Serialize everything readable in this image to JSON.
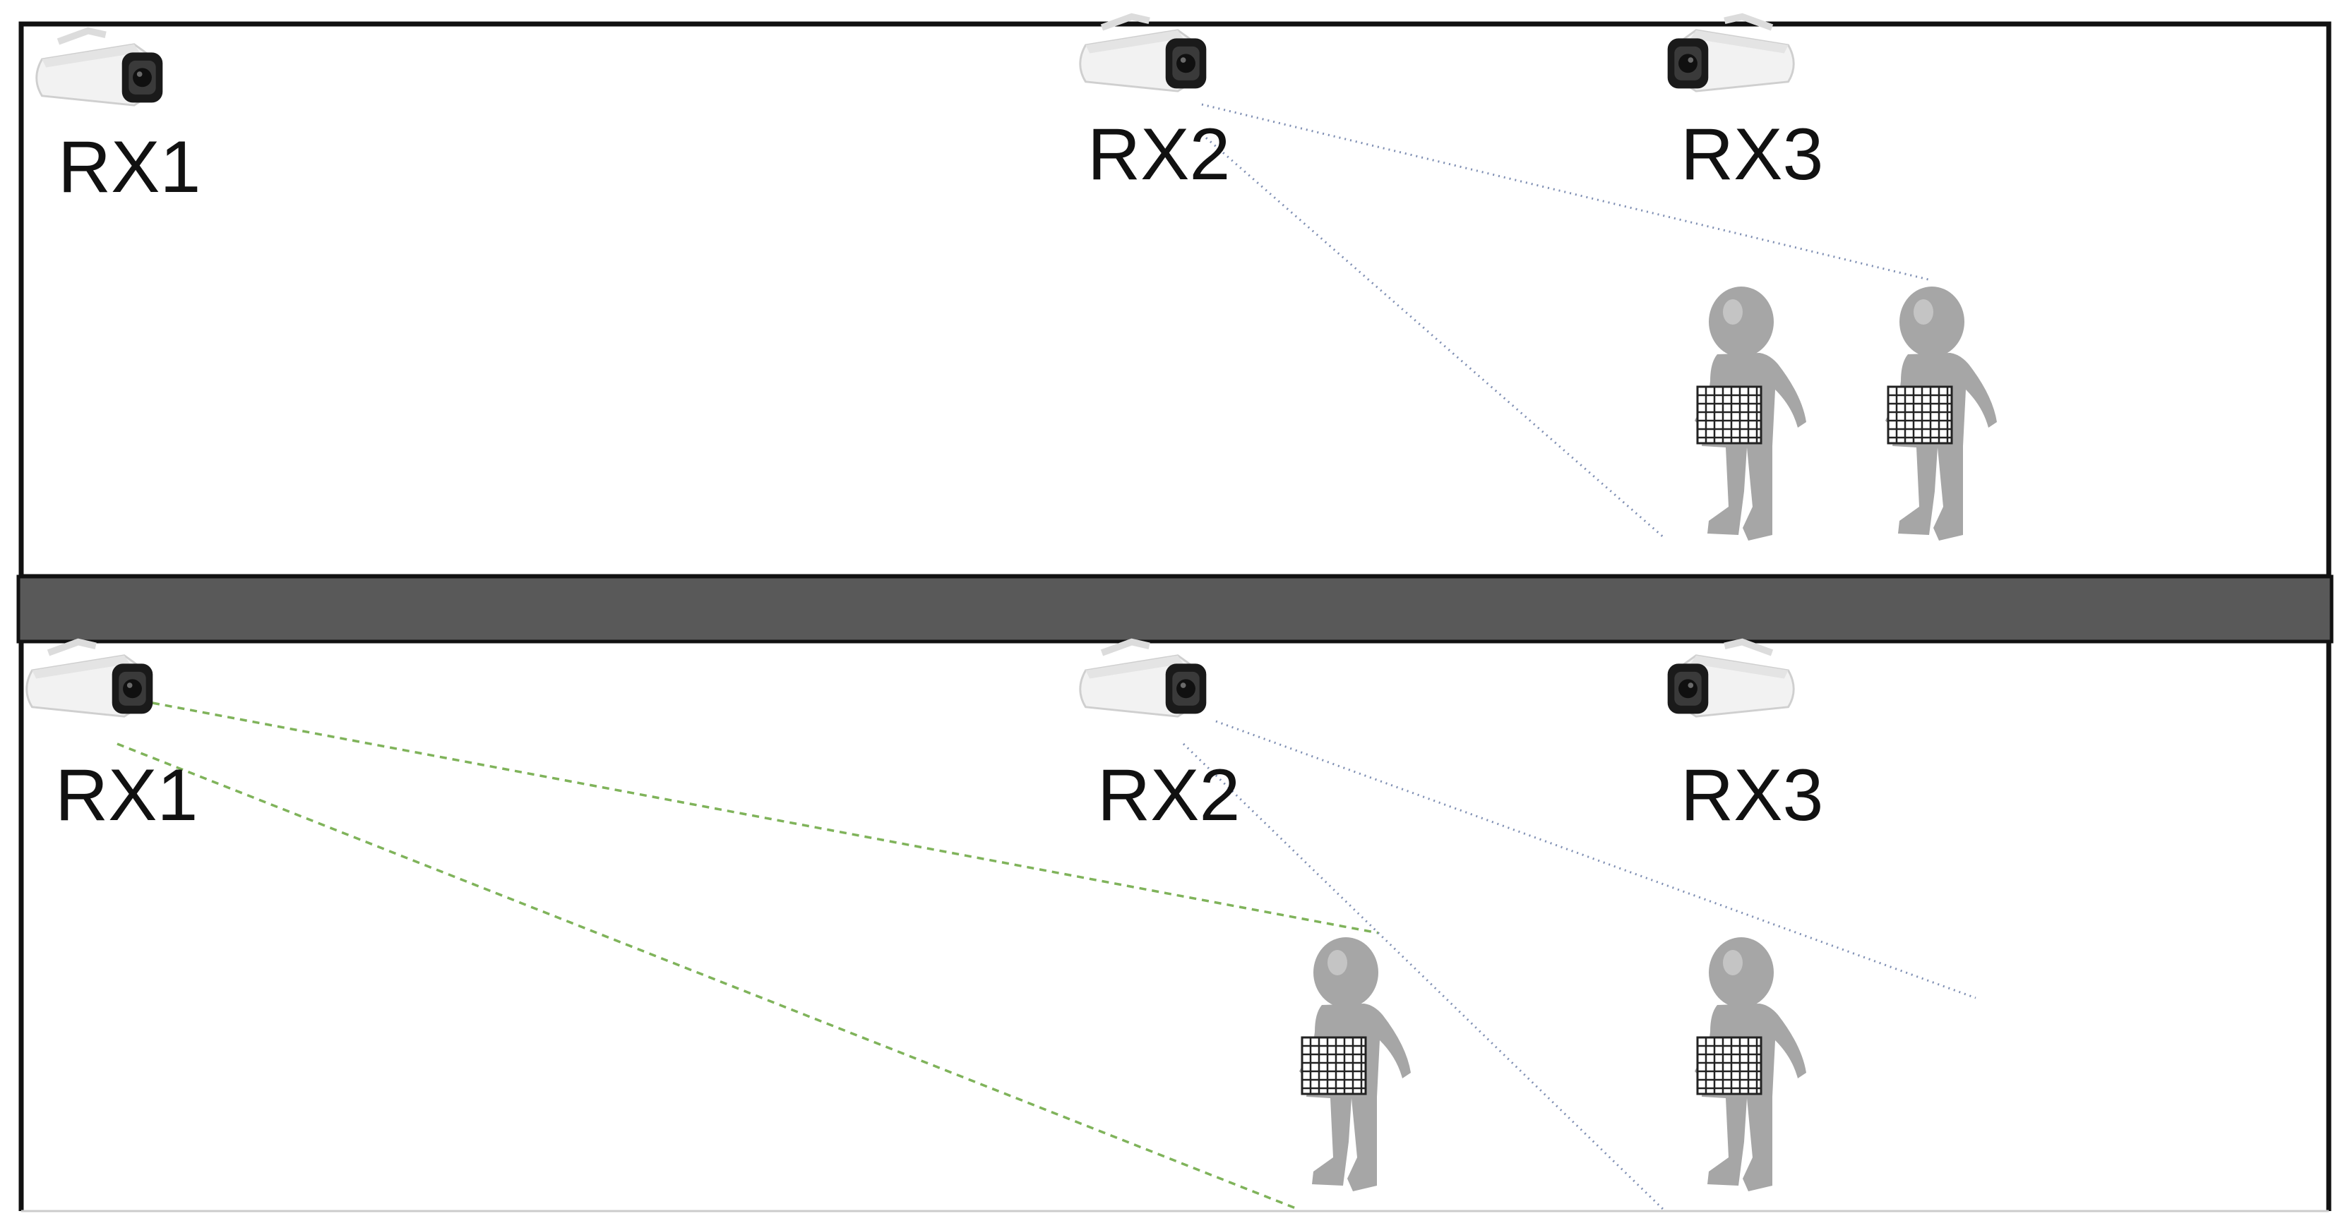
{
  "panels": [
    {
      "id": "top",
      "cameras": [
        {
          "label": "RX1",
          "facing": "right"
        },
        {
          "label": "RX2",
          "facing": "right"
        },
        {
          "label": "RX3",
          "facing": "left"
        }
      ],
      "people": [
        {
          "id": "person-1",
          "wearable": "antenna-grid"
        },
        {
          "id": "person-2",
          "wearable": "antenna-grid"
        }
      ],
      "signal_paths": [
        {
          "from": "RX2",
          "style": "dotted",
          "color": "#7f8fb3"
        },
        {
          "from": "RX2",
          "style": "dotted",
          "color": "#7f8fb3"
        }
      ]
    },
    {
      "id": "bottom",
      "cameras": [
        {
          "label": "RX1",
          "facing": "right"
        },
        {
          "label": "RX2",
          "facing": "right"
        },
        {
          "label": "RX3",
          "facing": "left"
        }
      ],
      "people": [
        {
          "id": "person-1",
          "wearable": "antenna-grid"
        },
        {
          "id": "person-2",
          "wearable": "antenna-grid"
        }
      ],
      "signal_paths": [
        {
          "from": "RX1",
          "style": "dashed",
          "color": "#7fb35a"
        },
        {
          "from": "RX1",
          "style": "dashed",
          "color": "#7fb35a"
        },
        {
          "from": "RX2",
          "style": "dotted",
          "color": "#7f8fb3"
        },
        {
          "from": "RX2",
          "style": "dotted",
          "color": "#7f8fb3"
        }
      ]
    }
  ],
  "colors": {
    "frame": "#111111",
    "divider": "#595959",
    "person": "#a6a6a6",
    "camera_body": "#f3f3f3",
    "camera_lens": "#1a1a1a",
    "rx2_path": "#7f8fb3",
    "rx1_path": "#7fb35a"
  }
}
